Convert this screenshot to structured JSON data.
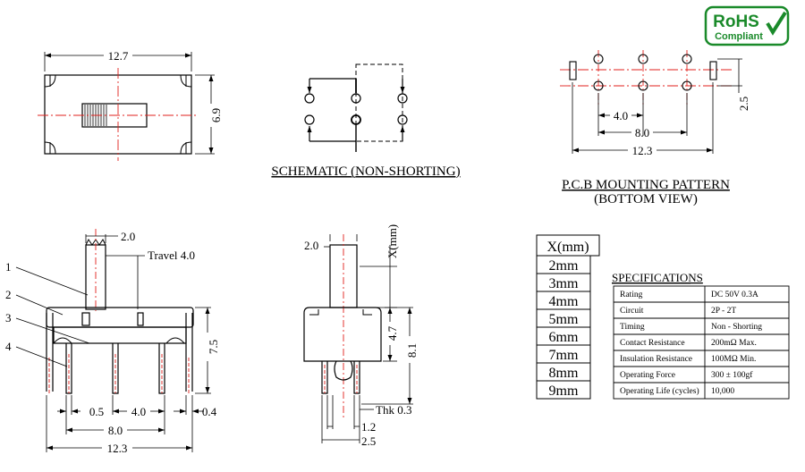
{
  "top_view": {
    "width_dim": "12.7",
    "height_dim": "6.9"
  },
  "schematic": {
    "caption": "SCHEMATIC (NON-SHORTING)"
  },
  "pcb": {
    "caption1": "P.C.B MOUNTING PATTERN",
    "caption2": "(BOTTOM VIEW)",
    "dim_pitch": "4.0",
    "dim_span": "8.0",
    "dim_total": "12.3",
    "dim_row": "2.5"
  },
  "front_view": {
    "dim_actuator": "2.0",
    "travel": "Travel 4.0",
    "parts": [
      "1",
      "2",
      "3",
      "4"
    ],
    "dim_height": "7.5",
    "dim_lead": "0.5",
    "dim_pitch": "4.0",
    "dim_tab": "0.4",
    "dim_span": "8.0",
    "dim_total": "12.3"
  },
  "side_view": {
    "dim_actuator": "2.0",
    "dim_x": "X(mm)",
    "dim_body": "4.7",
    "dim_total": "8.1",
    "dim_thk": "Thk 0.3",
    "dim_pin": "1.2",
    "dim_width": "2.5"
  },
  "x_table": {
    "header": "X(mm)",
    "rows": [
      "2mm",
      "3mm",
      "4mm",
      "5mm",
      "6mm",
      "7mm",
      "8mm",
      "9mm"
    ]
  },
  "specs": {
    "title": "SPECIFICATIONS",
    "rows": [
      {
        "key": "Rating",
        "value": "DC 50V  0.3A"
      },
      {
        "key": "Circuit",
        "value": "2P - 2T"
      },
      {
        "key": "Timing",
        "value": "Non - Shorting"
      },
      {
        "key": "Contact Resistance",
        "value": "200mΩ Max."
      },
      {
        "key": "Insulation Resistance",
        "value": "100MΩ Min."
      },
      {
        "key": "Operating Force",
        "value": "300 ± 100gf"
      },
      {
        "key": "Operating Life (cycles)",
        "value": "10,000"
      }
    ]
  },
  "rohs": {
    "line1": "RoHS",
    "line2": "Compliant"
  },
  "colors": {
    "centerline": "#e0201c",
    "rohs_green": "#1a8a2a"
  }
}
